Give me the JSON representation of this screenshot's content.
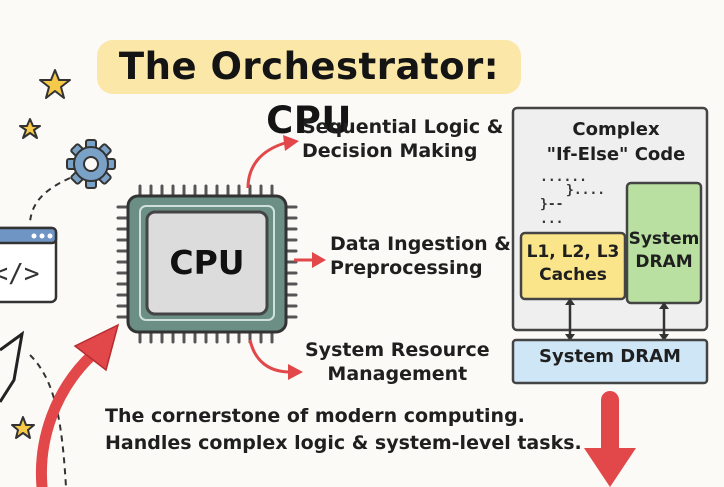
{
  "title": "The Orchestrator: CPU",
  "chip_label": "CPU",
  "functions": {
    "sequential": [
      "Sequential Logic &",
      "Decision Making"
    ],
    "ingestion": [
      "Data Ingestion &",
      "Preprocessing"
    ],
    "resources": [
      "System Resource",
      "Management"
    ]
  },
  "memory_panel": {
    "title_line1": "Complex",
    "title_line2": "\"If-Else\" Code",
    "code_fragments": [
      "}....",
      "}--"
    ],
    "cache_label": [
      "L1, L2, L3",
      "Caches"
    ],
    "system_dram_label": [
      "System",
      "DRAM"
    ],
    "dram_bar_label": "System DRAM"
  },
  "tagline": [
    "The cornerstone of modern computing.",
    "Handles complex logic & system-level tasks."
  ],
  "code_window_icon": "</>",
  "colors": {
    "title_highlight": "#fbe7a8",
    "arrow_red": "#e2474a",
    "chip_green": "#6b8f85",
    "cache_yellow": "#fbe58a",
    "dram_green": "#b9e0a0",
    "dram_bar_blue": "#cfe6f7",
    "gear_blue": "#7aa1c6",
    "star_yellow": "#f7c948"
  },
  "icons": [
    "star-icon",
    "gear-icon",
    "code-window-icon",
    "cpu-chip-icon"
  ]
}
